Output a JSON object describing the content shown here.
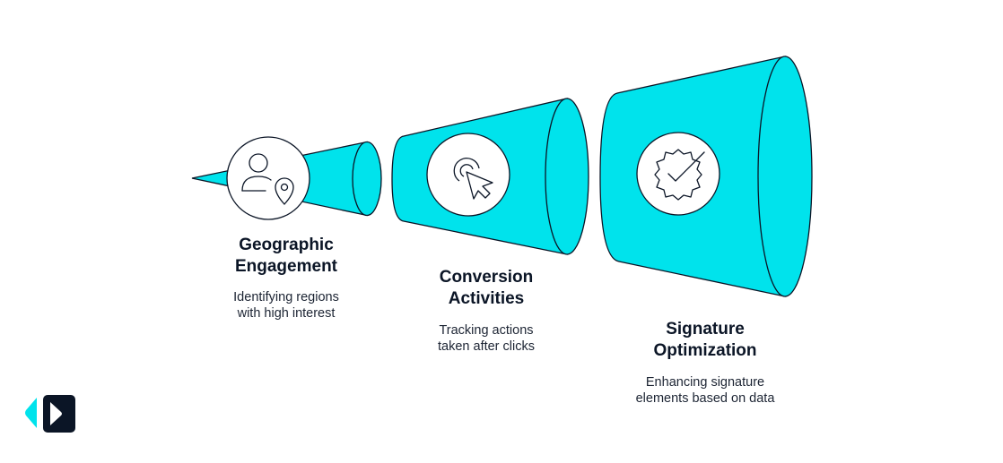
{
  "colors": {
    "accent": "#00e3ec",
    "outline": "#0b1526",
    "logo_dark": "#0b1526"
  },
  "stages": [
    {
      "title_line1": "Geographic",
      "title_line2": "Engagement",
      "desc_line1": "Identifying regions",
      "desc_line2": "with high interest",
      "icon": "user-location-icon"
    },
    {
      "title_line1": "Conversion",
      "title_line2": "Activities",
      "desc_line1": "Tracking actions",
      "desc_line2": "taken after clicks",
      "icon": "cursor-click-icon"
    },
    {
      "title_line1": "Signature",
      "title_line2": "Optimization",
      "desc_line1": "Enhancing signature",
      "desc_line2": "elements based on data",
      "icon": "verified-badge-icon"
    }
  ]
}
